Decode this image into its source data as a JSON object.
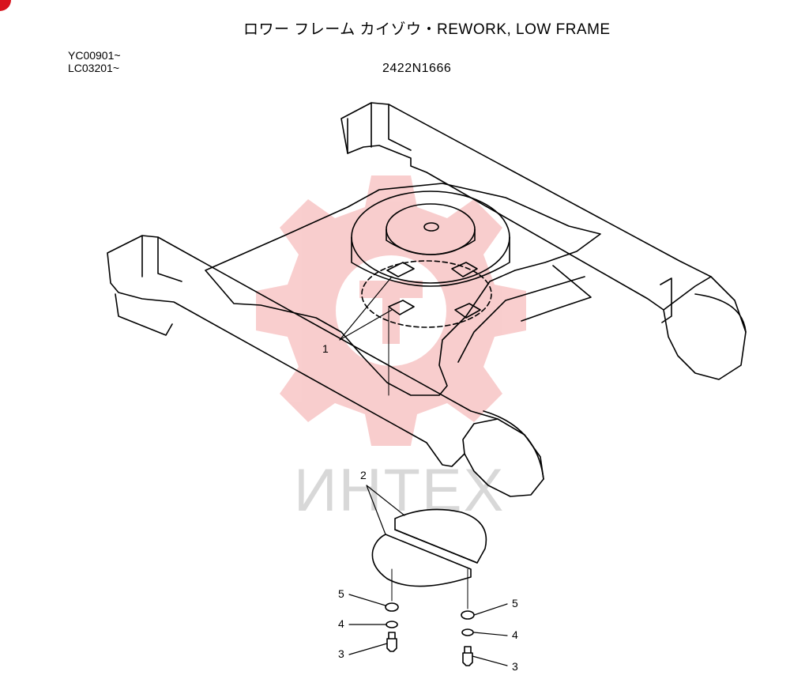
{
  "header": {
    "title": "ロワー フレーム カイゾウ・REWORK, LOW FRAME",
    "serials": [
      "YC00901~",
      "LC03201~"
    ],
    "part_number": "2422N1666"
  },
  "callouts": {
    "c1": "1",
    "c2": "2",
    "c3a": "3",
    "c3b": "3",
    "c4a": "4",
    "c4b": "4",
    "c5a": "5",
    "c5b": "5"
  },
  "watermark": {
    "text": "ИНТЕХ",
    "color": "#e8131b"
  },
  "colors": {
    "line": "#000000",
    "watermark_gear": "#f4a6a6",
    "watermark_text": "#b9b9b9",
    "corner_mark": "#d8141e"
  }
}
